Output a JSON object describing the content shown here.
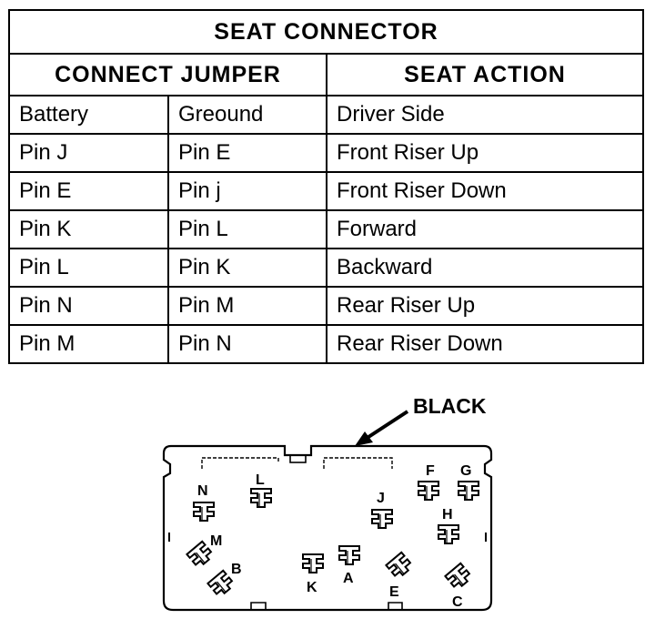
{
  "table": {
    "title": "SEAT CONNECTOR",
    "headers": {
      "connect_jumper": "CONNECT JUMPER",
      "seat_action": "SEAT ACTION"
    },
    "rows": [
      {
        "col1": "Battery",
        "col2": "Greound",
        "action": "Driver Side"
      },
      {
        "col1": "Pin J",
        "col2": "Pin E",
        "action": "Front Riser Up"
      },
      {
        "col1": "Pin E",
        "col2": "Pin j",
        "action": "Front Riser Down"
      },
      {
        "col1": "Pin K",
        "col2": "Pin L",
        "action": "Forward"
      },
      {
        "col1": "Pin L",
        "col2": "Pin K",
        "action": "Backward"
      },
      {
        "col1": "Pin N",
        "col2": "Pin M",
        "action": "Rear Riser Up"
      },
      {
        "col1": "Pin M",
        "col2": "Pin N",
        "action": "Rear Riser Down"
      }
    ]
  },
  "diagram": {
    "callout": "BLACK",
    "pins": [
      "N",
      "L",
      "M",
      "B",
      "K",
      "A",
      "J",
      "E",
      "F",
      "G",
      "H",
      "C"
    ]
  }
}
